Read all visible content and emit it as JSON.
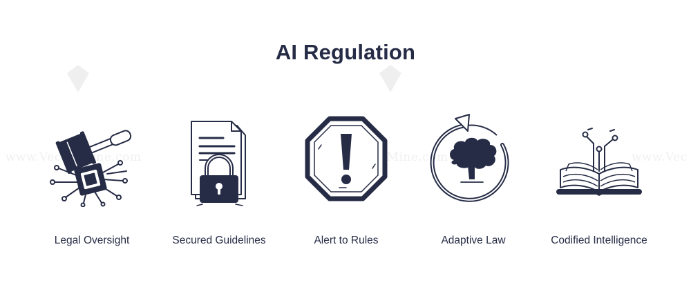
{
  "header": {
    "title": "AI Regulation"
  },
  "watermarks": [
    "www.VectorMine.com",
    "www.VectorMine.com",
    "www.Vec"
  ],
  "items": [
    {
      "label": "Legal Oversight",
      "icon": "gavel-chip-icon"
    },
    {
      "label": "Secured Guidelines",
      "icon": "document-lock-icon"
    },
    {
      "label": "Alert to Rules",
      "icon": "hexagon-alert-icon"
    },
    {
      "label": "Adaptive Law",
      "icon": "brain-cycle-icon"
    },
    {
      "label": "Codified Intelligence",
      "icon": "book-circuit-icon"
    }
  ],
  "colors": {
    "ink": "#262c46",
    "background": "#ffffff"
  }
}
